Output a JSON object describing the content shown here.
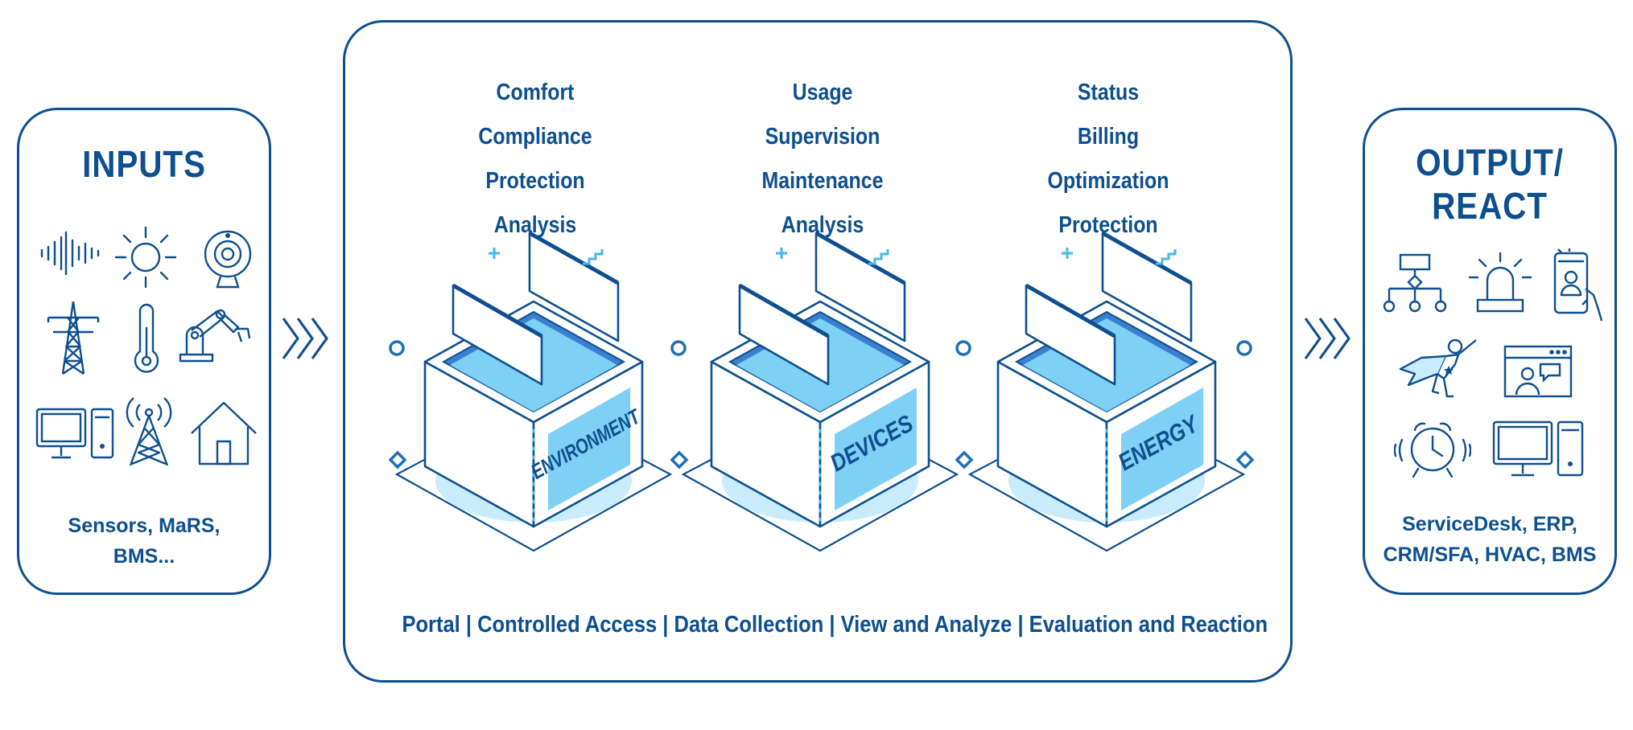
{
  "inputs": {
    "title": "INPUTS",
    "caption": "Sensors, MaRS,\nBMS...",
    "icons": [
      "sound-wave-icon",
      "sun-icon",
      "webcam-icon",
      "power-tower-icon",
      "thermometer-icon",
      "robot-arm-icon",
      "desktop-computer-icon",
      "radio-tower-icon",
      "house-icon"
    ]
  },
  "center": {
    "columns": [
      {
        "items": [
          "Comfort",
          "Compliance",
          "Protection",
          "Analysis"
        ],
        "box_label": "ENVIRONMENT"
      },
      {
        "items": [
          "Usage",
          "Supervision",
          "Maintenance",
          "Analysis"
        ],
        "box_label": "DEVICES"
      },
      {
        "items": [
          "Status",
          "Billing",
          "Optimization",
          "Protection"
        ],
        "box_label": "ENERGY"
      }
    ],
    "footer": "Portal | Controlled Access | Data Collection | View and Analyze | Evaluation and Reaction"
  },
  "output": {
    "title_line1": "OUTPUT/",
    "title_line2": "REACT",
    "caption": "ServiceDesk, ERP,\nCRM/SFA, HVAC, BMS",
    "icons": [
      "org-chart-icon",
      "alarm-beacon-icon",
      "mobile-video-call-icon",
      "superhero-icon",
      "web-chat-icon",
      "alarm-clock-icon",
      "desktop-computer-icon"
    ]
  },
  "colors": {
    "primary": "#0d4f8f",
    "light_blue": "#7fd0f5",
    "pale_blue": "#c8ecfb",
    "cyan_accent": "#44b8e6"
  }
}
